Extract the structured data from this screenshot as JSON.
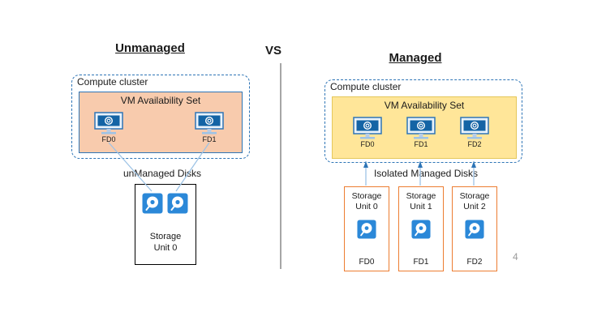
{
  "page": {
    "vs_label": "VS",
    "page_number": "4"
  },
  "left": {
    "title": "Unmanaged",
    "cluster_label": "Compute cluster",
    "availability_set_label": "VM Availability Set",
    "vms": [
      {
        "label": "FD0"
      },
      {
        "label": "FD1"
      }
    ],
    "disks_label": "unManaged Disks",
    "storage_unit": {
      "line1": "Storage",
      "line2": "Unit 0"
    }
  },
  "right": {
    "title": "Managed",
    "cluster_label": "Compute cluster",
    "availability_set_label": "VM Availability Set",
    "vms": [
      {
        "label": "FD0"
      },
      {
        "label": "FD1"
      },
      {
        "label": "FD2"
      }
    ],
    "disks_label": "Isolated Managed Disks",
    "storage_units": [
      {
        "line1": "Storage",
        "line2": "Unit 0",
        "fd": "FD0"
      },
      {
        "line1": "Storage",
        "line2": "Unit 1",
        "fd": "FD1"
      },
      {
        "line1": "Storage",
        "line2": "Unit 2",
        "fd": "FD2"
      }
    ]
  },
  "colors": {
    "unmanaged_set_fill": "#F8CBAD",
    "managed_set_fill": "#FFE699",
    "cluster_border": "#2E75B6",
    "storage_border_managed": "#ED7D31",
    "storage_border_unmanaged": "#000000",
    "disk_blue": "#2B88D8",
    "connector_blue": "#9DC3E6"
  }
}
